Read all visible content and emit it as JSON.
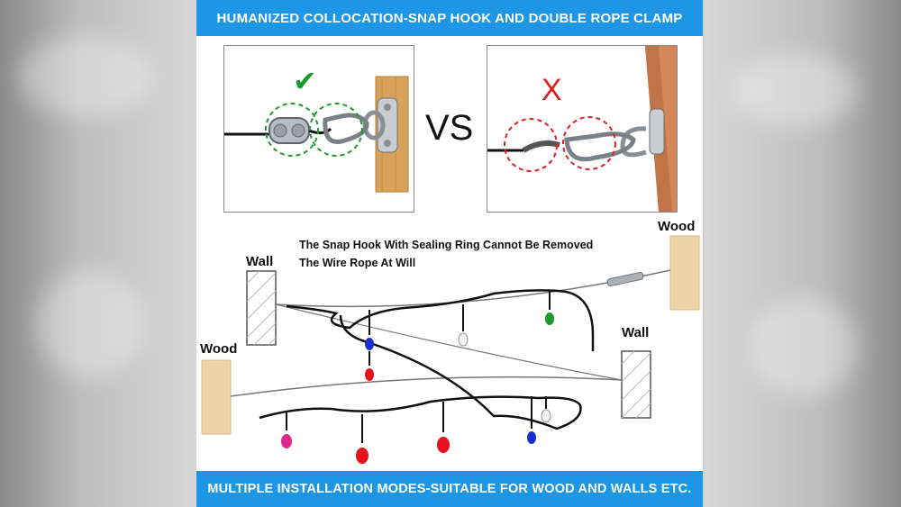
{
  "header": {
    "title": "HUMANIZED COLLOCATION-SNAP HOOK AND DOUBLE ROPE CLAMP"
  },
  "comparison": {
    "good_mark": "✔",
    "bad_mark": "X",
    "vs_label": "VS"
  },
  "diagram": {
    "note_line1": "The Snap Hook With  Sealing Ring Cannot Be Removed",
    "note_line2": "The Wire Rope At Will",
    "label_wall_left": "Wall",
    "label_wood_left": "Wood",
    "label_wood_right": "Wood",
    "label_wall_right": "Wall"
  },
  "footer": {
    "title": "MULTIPLE INSTALLATION MODES-SUITABLE FOR WOOD AND WALLS ETC."
  },
  "colors": {
    "banner": "#1e96e6",
    "check": "#1e9b2f",
    "cross": "#e02020",
    "bulb_red": "#e8101c",
    "bulb_blue": "#1b2fd1",
    "bulb_green": "#1a9b2a",
    "bulb_magenta": "#e0288c",
    "bulb_white": "#f4f4f4"
  }
}
